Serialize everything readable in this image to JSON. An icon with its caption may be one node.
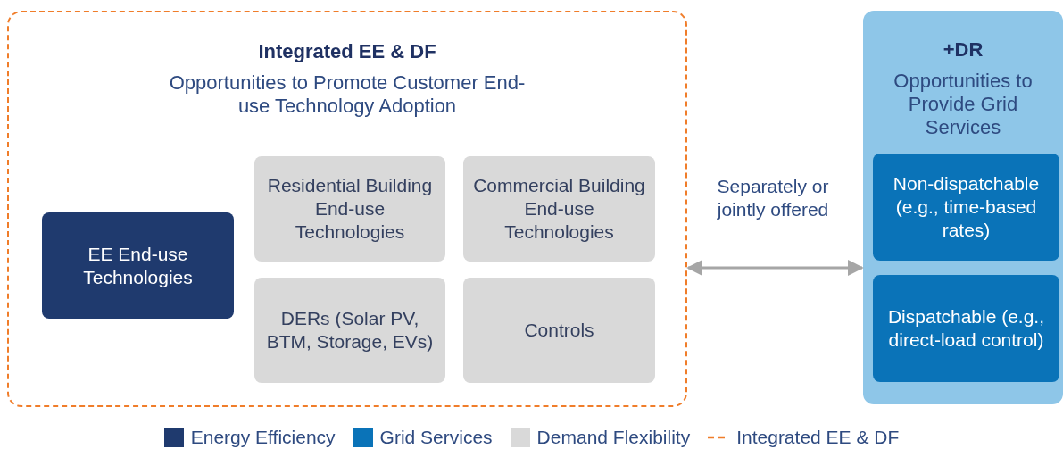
{
  "diagram": {
    "nodes": [
      {
        "text": [
          "Integrated EE & DF",
          "Opportunities to Promote Customer End-use Technology Adoption"
        ]
      },
      {
        "text": [
          "EE End-use Technologies"
        ],
        "in": 0
      },
      {
        "text": [
          "Residential Building End-use Technologies"
        ],
        "in": 0
      },
      {
        "text": [
          "Commercial Building End-use Technologies"
        ],
        "in": 0
      },
      {
        "text": [
          "DERs (Solar PV, BTM, Storage, EVs)"
        ],
        "in": 0
      },
      {
        "text": [
          "Controls"
        ],
        "in": 0
      },
      {
        "text": [
          "+DR",
          "Opportunities to Provide Grid Services"
        ]
      },
      {
        "text": [
          "Non-dispatchable (e.g., time-based rates)"
        ],
        "in": 6
      },
      {
        "text": [
          "Dispatchable (e.g., direct-load control)"
        ],
        "in": 6
      }
    ],
    "edges": [
      {
        "from": 0,
        "to": 6,
        "arrow": "both",
        "label": "Separately or jointly offered",
        "color": "#a6a6a6"
      }
    ],
    "legend": [
      {
        "text": "Energy Efficiency",
        "color": "#1f3a6e"
      },
      {
        "text": "Grid Services",
        "color": "#0a73b8"
      },
      {
        "text": "Demand Flexibility",
        "color": "#d9d9d9"
      },
      {
        "text": "Integrated EE & DF"
      }
    ]
  }
}
